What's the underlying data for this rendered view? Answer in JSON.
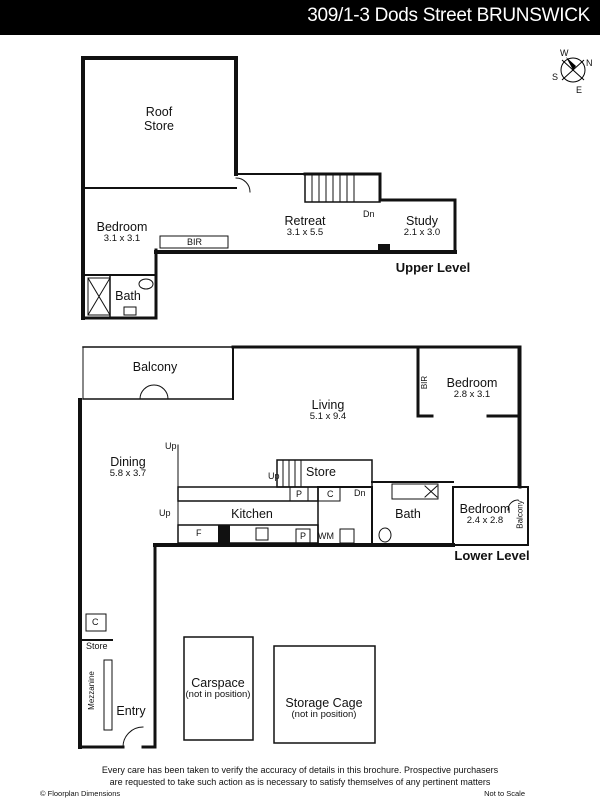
{
  "header": {
    "title": "309/1-3 Dods Street BRUNSWICK"
  },
  "compass": {
    "n": "N",
    "s": "S",
    "e": "E",
    "w": "W"
  },
  "upper": {
    "level_label": "Upper Level",
    "roof_store": "Roof\nStore",
    "bedroom": {
      "name": "Bedroom",
      "dim": "3.1 x 3.1"
    },
    "bir": "BIR",
    "bath": "Bath",
    "retreat": {
      "name": "Retreat",
      "dim": "3.1 x 5.5"
    },
    "study": {
      "name": "Study",
      "dim": "2.1 x 3.0"
    },
    "dn": "Dn"
  },
  "lower": {
    "level_label": "Lower Level",
    "balcony": "Balcony",
    "living": {
      "name": "Living",
      "dim": "5.1 x 9.4"
    },
    "bedroom1": {
      "name": "Bedroom",
      "dim": "2.8 x 3.1"
    },
    "bir": "BIR",
    "dining": {
      "name": "Dining",
      "dim": "5.8 x 3.7"
    },
    "up1": "Up",
    "up2": "Up",
    "up3": "Up",
    "store": "Store",
    "dn": "Dn",
    "kitchen": "Kitchen",
    "p1": "P",
    "p2": "P",
    "c1": "C",
    "f": "F",
    "wm": "WM",
    "bath": "Bath",
    "bedroom2": {
      "name": "Bedroom",
      "dim": "2.4 x 2.8"
    },
    "balcony_small": "Balcony",
    "entry": "Entry",
    "store2": "Store",
    "c2": "C",
    "mezzanine": "Mezzanine"
  },
  "carspace": {
    "name": "Carspace",
    "note": "(not in position)"
  },
  "storage": {
    "name": "Storage Cage",
    "note": "(not in position)"
  },
  "footer": {
    "disclaimer1": "Every care has been taken to verify the accuracy of details in this brochure. Prospective purchasers",
    "disclaimer2": "are requested to take such action as is necessary to satisfy themselves of any pertinent matters",
    "copyright": "© Floorplan Dimensions",
    "not_to_scale": "Not to Scale"
  }
}
